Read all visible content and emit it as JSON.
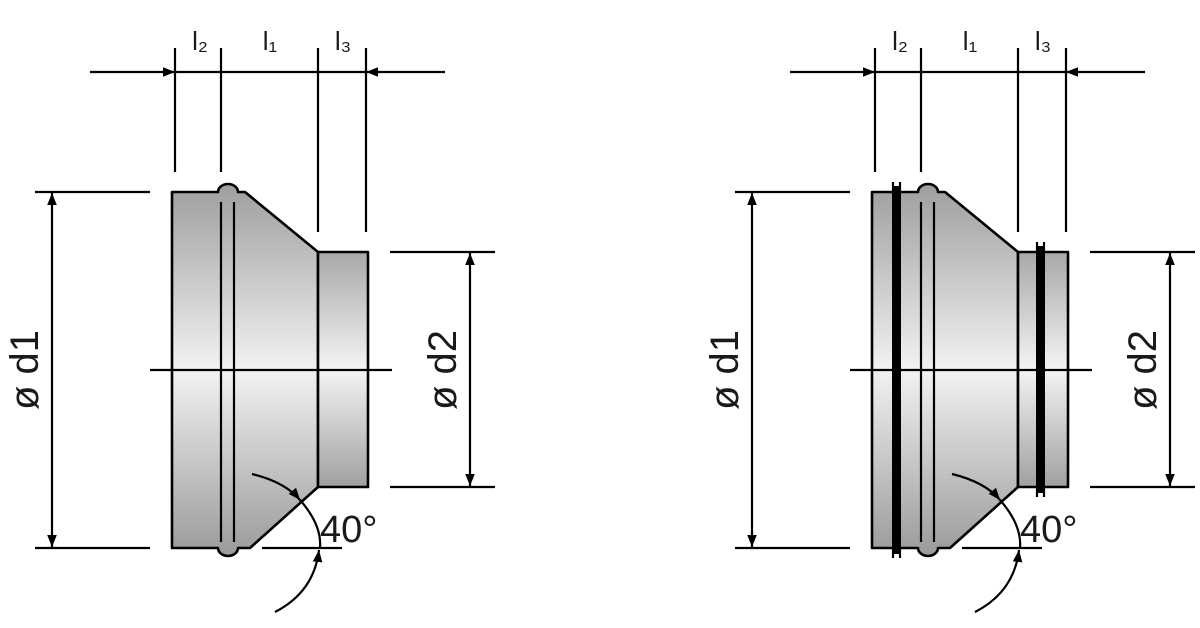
{
  "drawings": [
    {
      "name": "reducer-without-gasket",
      "dims": {
        "l2": "l₂",
        "l1": "l₁",
        "l3": "l₃",
        "d1": "ø d1",
        "d2": "ø d2",
        "angle": "40°"
      }
    },
    {
      "name": "reducer-with-gasket",
      "dims": {
        "l2": "l₂",
        "l1": "l₁",
        "l3": "l₃",
        "d1": "ø d1",
        "d2": "ø d2",
        "angle": "40°"
      }
    }
  ],
  "colors": {
    "body_dark": "#9e9e9e",
    "body_light": "#f2f2f2",
    "line": "#000000"
  }
}
